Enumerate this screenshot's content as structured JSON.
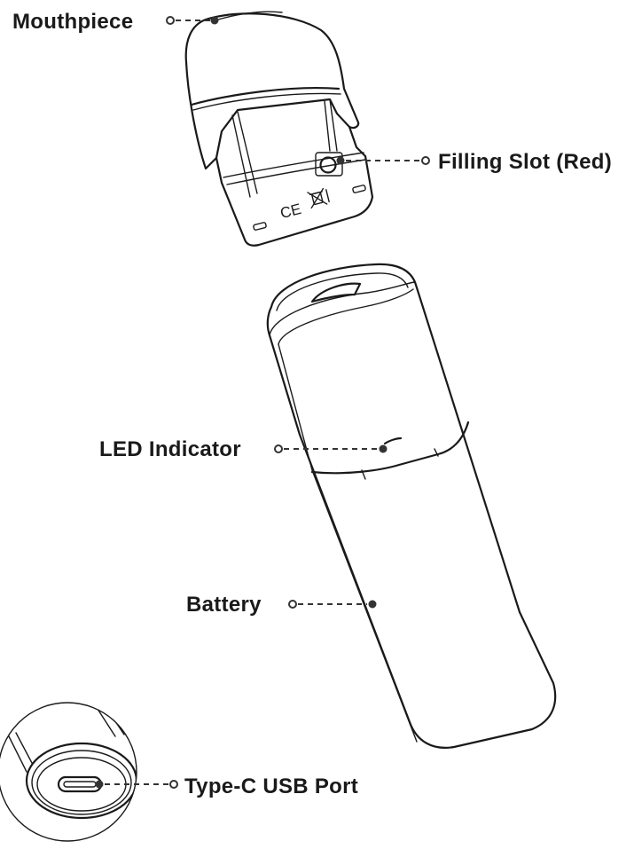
{
  "callouts": {
    "mouthpiece": "Mouthpiece",
    "filling_slot": "Filling Slot (Red)",
    "led_indicator": "LED Indicator",
    "battery": "Battery",
    "usb_port": "Type-C USB Port"
  },
  "markings": {
    "ce": "CE"
  },
  "icons": {
    "weee": "crossed-bin-icon",
    "led": "led-slit-icon",
    "usb": "usb-c-port-icon"
  }
}
